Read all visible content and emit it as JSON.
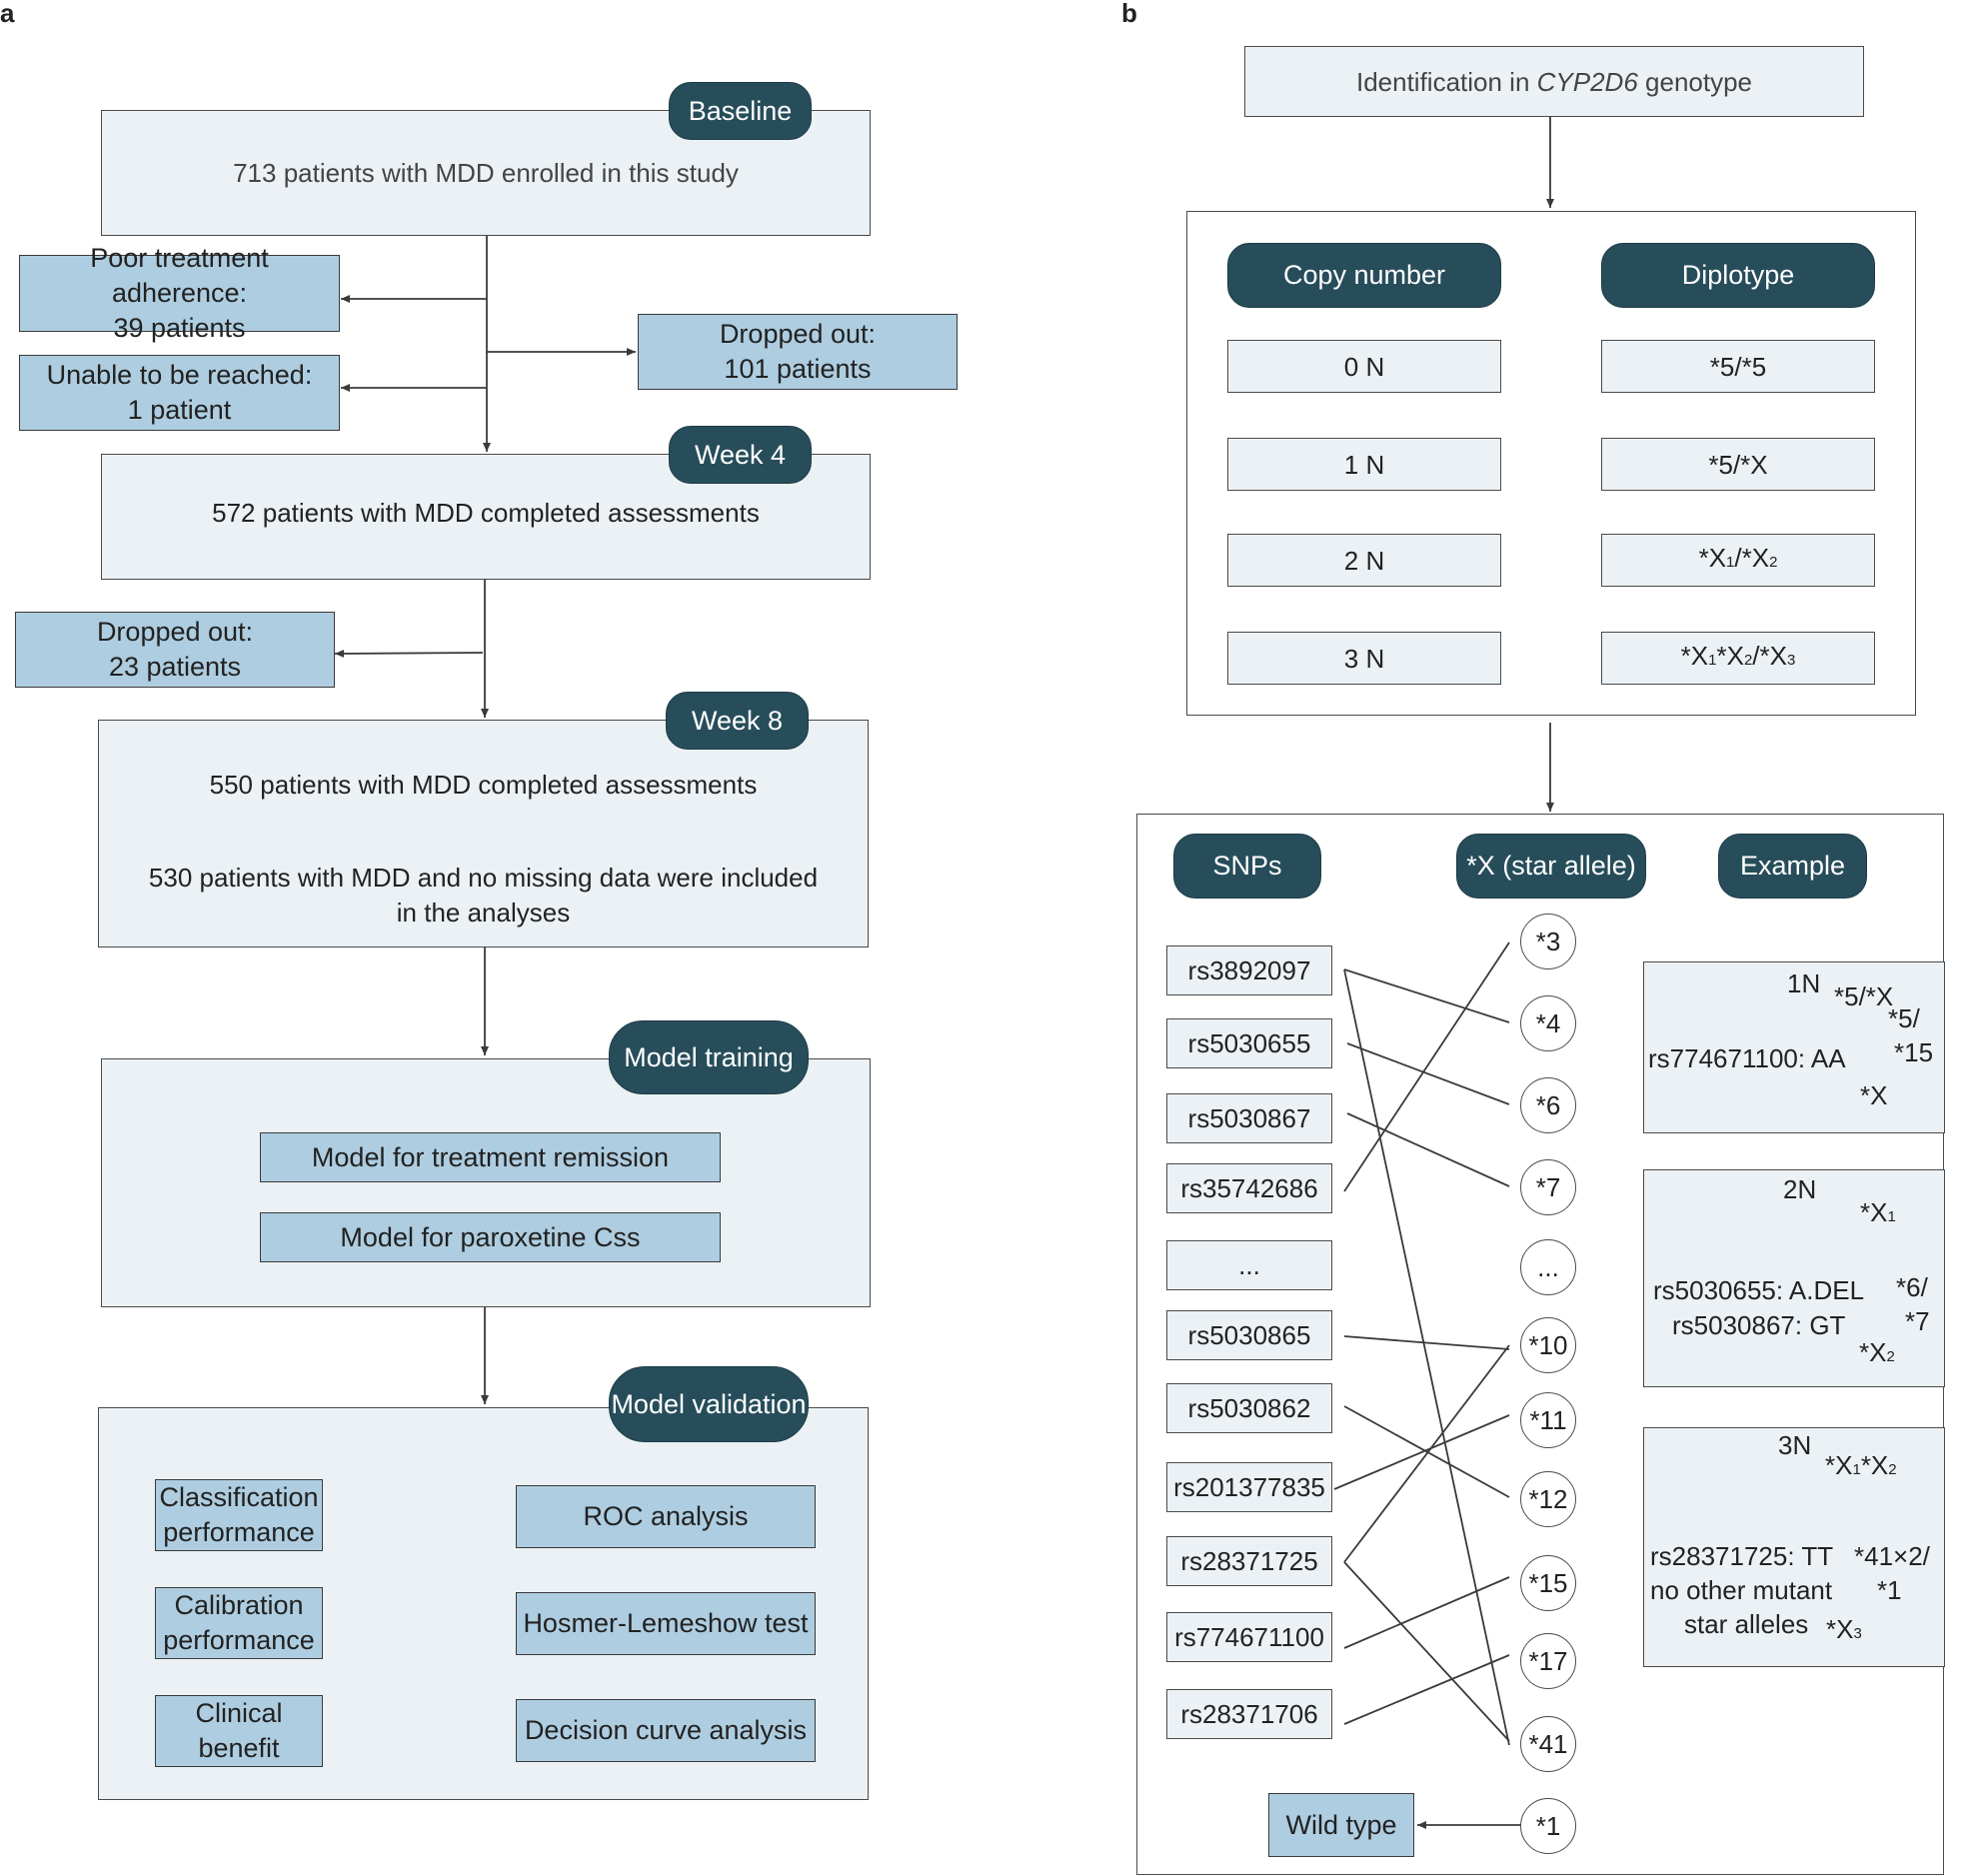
{
  "panel_a": {
    "letter": "a",
    "stages": {
      "baseline": "Baseline",
      "week4": "Week 4",
      "week8": "Week 8",
      "model_training": "Model training",
      "model_validation": "Model validation"
    },
    "enrolled": "713 patients with MDD enrolled in this study",
    "poor_adherence": "Poor treatment adherence:\n39 patients",
    "unreachable": "Unable to be reached:\n1 patient",
    "dropped_101": "Dropped out:\n101 patients",
    "completed_572": "572 patients with MDD completed assessments",
    "dropped_23": "Dropped out:\n23 patients",
    "completed_550": "550 patients with MDD completed assessments",
    "included_530": "530 patients with MDD and no missing data were included\nin the analyses",
    "model_remission": "Model for treatment remission",
    "model_css": "Model for paroxetine Css",
    "classification": "Classification\nperformance",
    "calibration": "Calibration\nperformance",
    "clinical": "Clinical\nbenefit",
    "roc": "ROC analysis",
    "hosmer": "Hosmer-Lemeshow test",
    "decision": "Decision curve analysis"
  },
  "panel_b": {
    "letter": "b",
    "identification_prefix": "Identification in ",
    "identification_gene": "CYP2D6",
    "identification_suffix": " genotype",
    "copy_number_header": "Copy number",
    "diplotype_header": "Diplotype",
    "copy_numbers": [
      "0 N",
      "1 N",
      "2 N",
      "3 N"
    ],
    "diplotypes": [
      "*5/*5",
      "*5/*X",
      "*X1/*X2",
      "*X1*X2/*X3"
    ],
    "snps_header": "SNPs",
    "star_header": "*X (star allele)",
    "example_header": "Example",
    "snps": [
      "rs3892097",
      "rs5030655",
      "rs5030867",
      "rs35742686",
      "...",
      "rs5030865",
      "rs5030862",
      "rs201377835",
      "rs28371725",
      "rs774671100",
      "rs28371706"
    ],
    "alleles": [
      "*3",
      "*4",
      "*6",
      "*7",
      "...",
      "*10",
      "*11",
      "*12",
      "*15",
      "*17",
      "*41",
      "*1"
    ],
    "wild_type": "Wild type",
    "example_1n": {
      "label": "1N",
      "top": "*5/*X",
      "result_1": "*5/",
      "result_2": "*15",
      "snp": "rs774671100: AA",
      "bottom": "*X"
    },
    "example_2n": {
      "label": "2N",
      "top": "*X1",
      "result_1": "*6/",
      "result_2": "*7",
      "snp_1": "rs5030655: A.DEL",
      "snp_2": "rs5030867: GT",
      "bottom": "*X2"
    },
    "example_3n": {
      "label": "3N",
      "top": "*X1*X2",
      "result_1": "*41×2/",
      "result_2": "*1",
      "snp_1": "rs28371725: TT",
      "snp_2": "no other mutant",
      "snp_3": "star alleles",
      "bottom": "*X3"
    }
  }
}
